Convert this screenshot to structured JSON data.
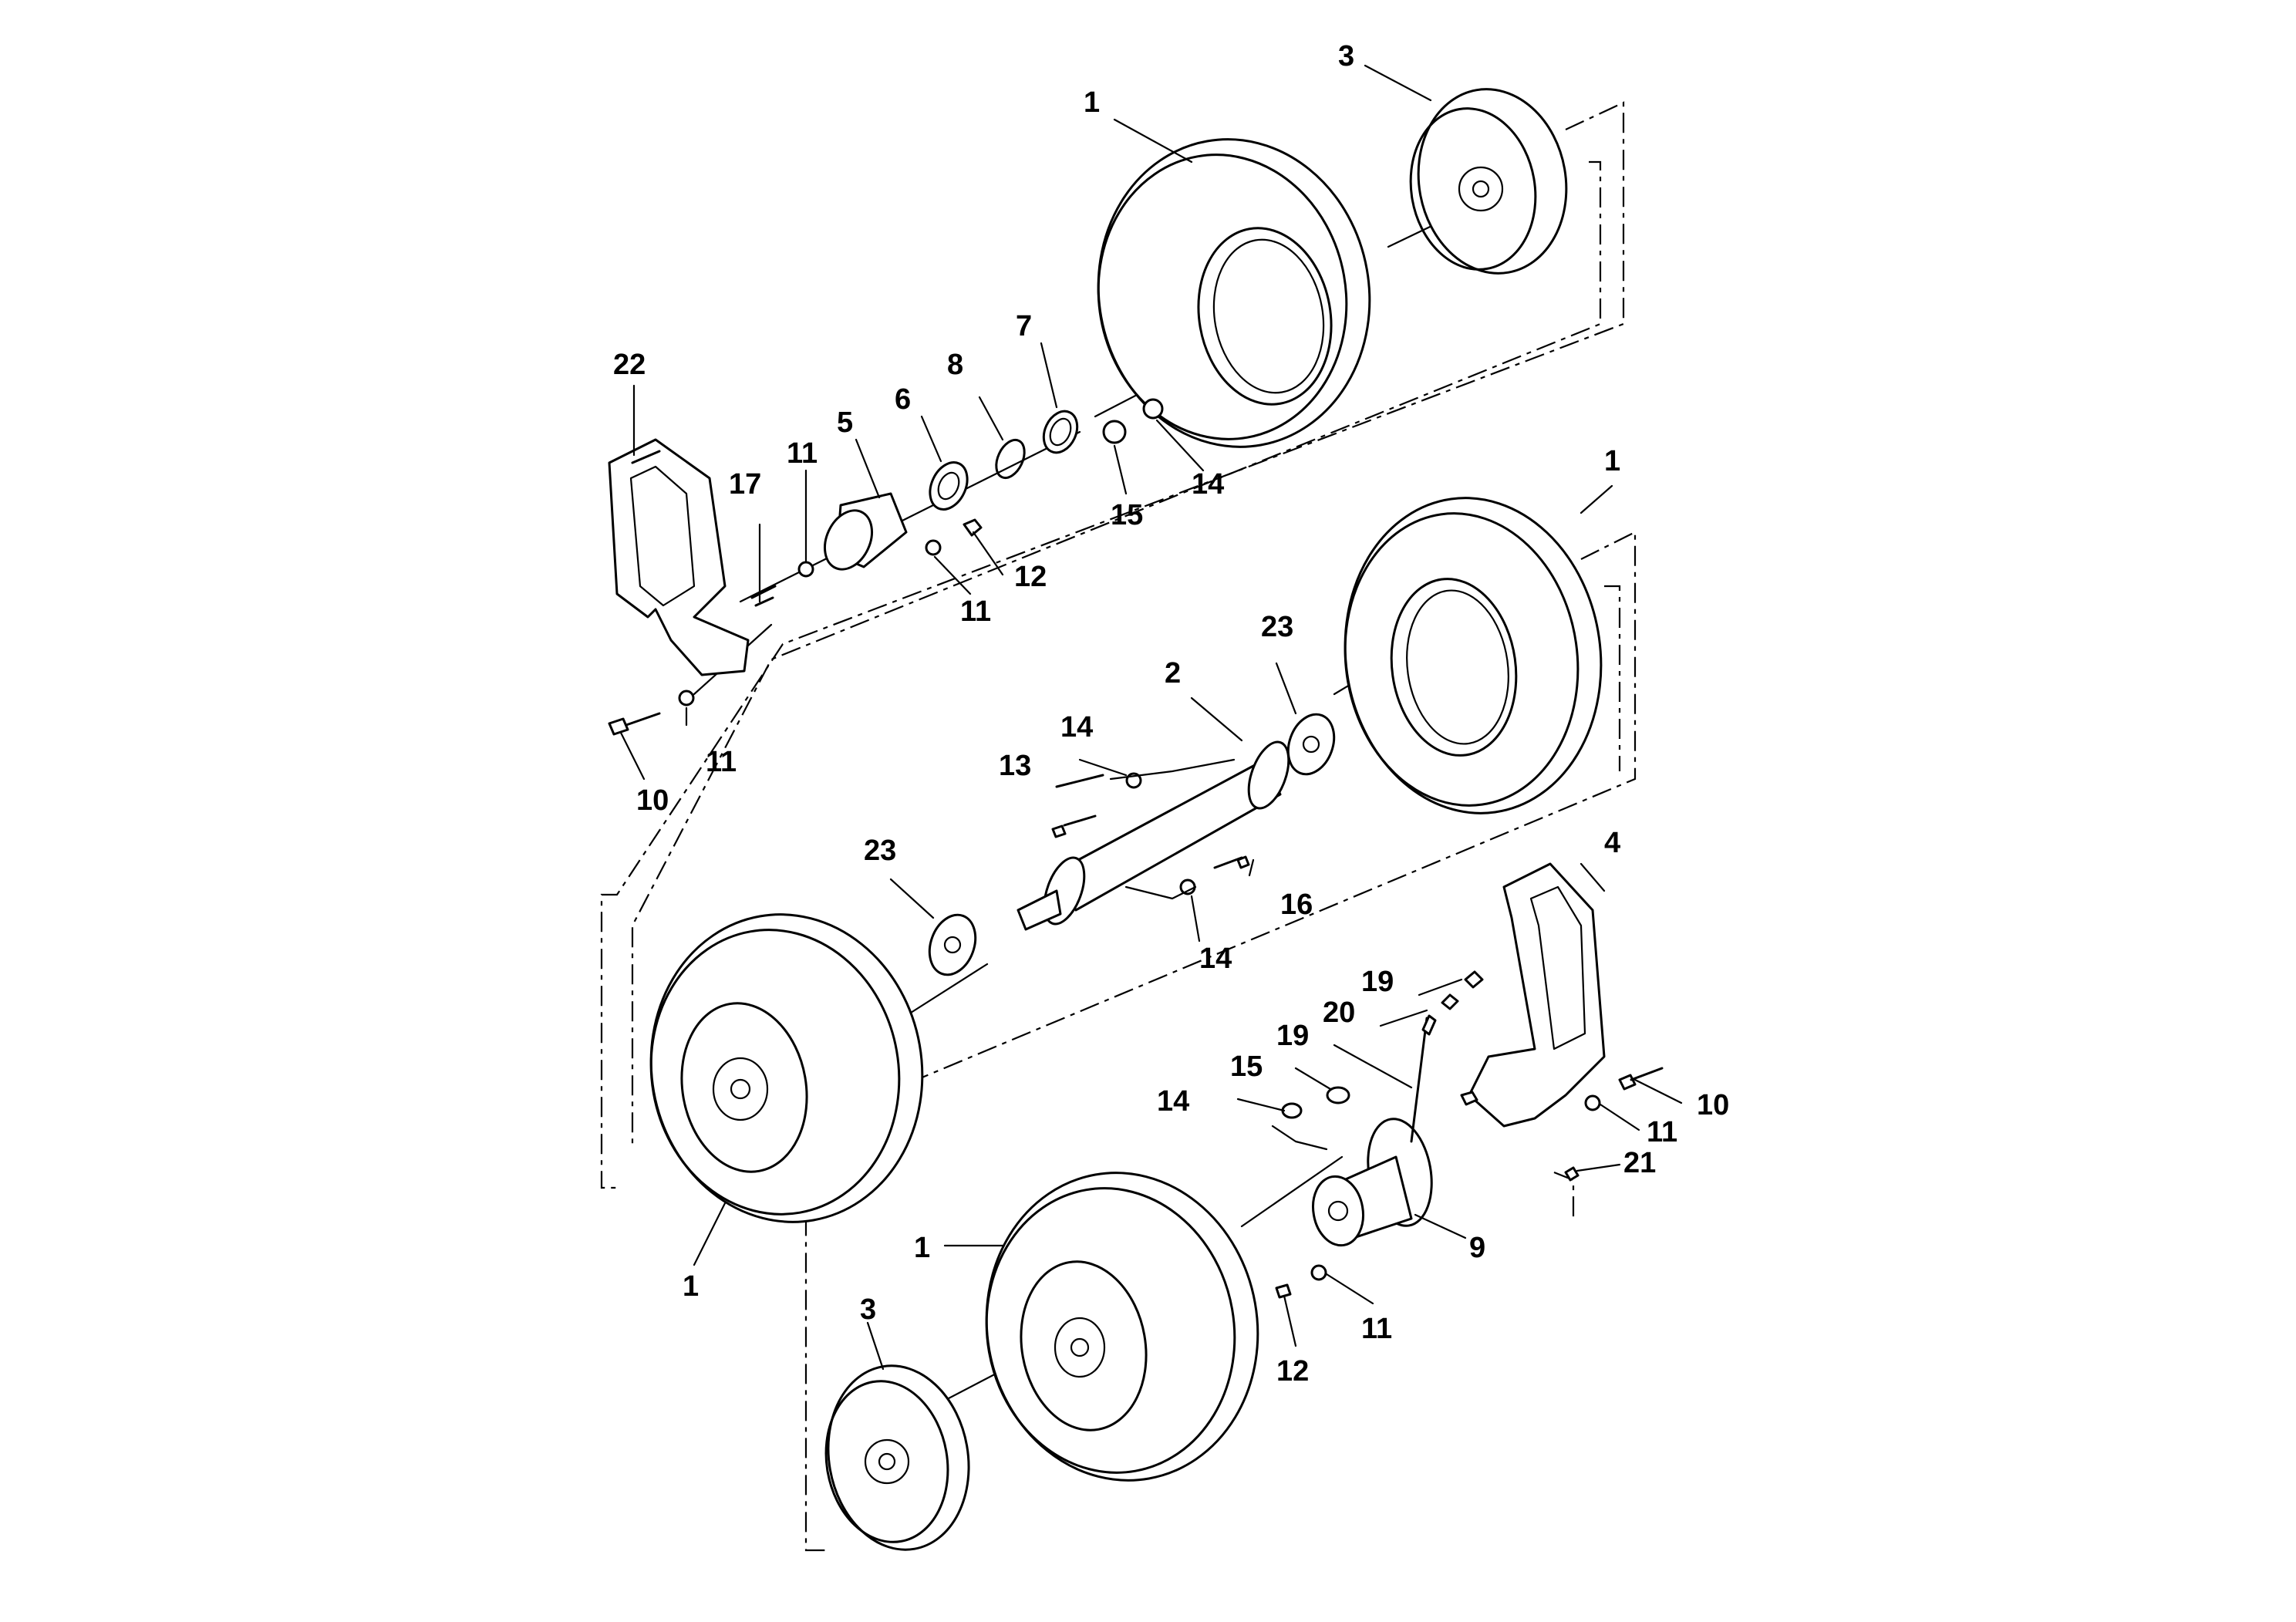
{
  "callouts": {
    "c01": "1",
    "c02": "3",
    "c03": "22",
    "c04": "11",
    "c05": "17",
    "c06": "5",
    "c07": "6",
    "c08": "8",
    "c09": "7",
    "c10": "15",
    "c11": "14",
    "c12": "12",
    "c13": "11",
    "c14": "10",
    "c15": "11",
    "c16": "1",
    "c17": "23",
    "c18": "2",
    "c19": "14",
    "c20": "13",
    "c21": "23",
    "c22": "16",
    "c23": "14",
    "c24": "4",
    "c25": "19",
    "c26": "20",
    "c27": "19",
    "c28": "15",
    "c29": "14",
    "c30": "10",
    "c31": "11",
    "c32": "21",
    "c33": "9",
    "c34": "1",
    "c35": "1",
    "c36": "3",
    "c37": "11",
    "c38": "12"
  },
  "colors": {
    "line": "#000000",
    "background": "#ffffff"
  }
}
